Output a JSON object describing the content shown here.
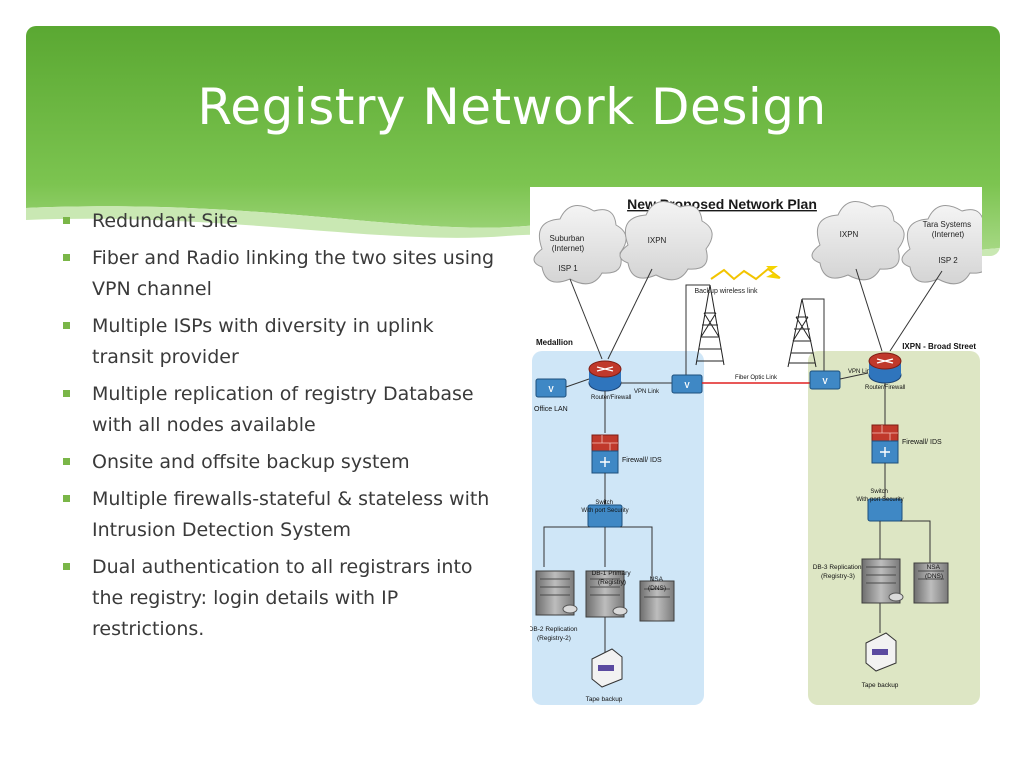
{
  "slide": {
    "title": "Registry Network Design",
    "accent_color": "#6ab63f",
    "bullet_color": "#7ab648"
  },
  "bullets": [
    "Redundant Site",
    "Fiber and Radio linking the two sites using VPN channel",
    "Multiple ISPs with diversity in uplink transit provider",
    "Multiple replication of registry Database with all nodes available",
    "Onsite and offsite backup system",
    "Multiple firewalls-stateful & stateless with Intrusion Detection System",
    "Dual authentication to all registrars into the registry: login details with IP restrictions."
  ],
  "diagram": {
    "title": "New Proposed Network Plan",
    "left_site": {
      "name": "Medallion",
      "isp_cloud": "Suburban (Internet)",
      "isp_label": "ISP 1",
      "ixp_cloud": "IXPN",
      "office_lan": "Office LAN",
      "router": "Router/Firewall",
      "vpn_link": "VPN Link",
      "firewall": "Firewall/ IDS",
      "switch": "Switch With port Security",
      "db_primary": "DB-1 Primary (Registry)",
      "db_replica": "DB-2 Replication (Registry-2)",
      "nsa": "NSA (DNS)",
      "tape": "Tape backup"
    },
    "right_site": {
      "name": "IXPN - Broad Street",
      "isp_cloud": "Tara Systems (Internet)",
      "isp_label": "ISP 2",
      "ixp_cloud": "IXPN",
      "router": "Router/Firewall",
      "vpn_link": "VPN Link",
      "firewall": "Firewall/ IDS",
      "switch": "Switch With port Security",
      "db_replica": "DB-3 Replication (Registry-3)",
      "nsa": "NSA (DNS)",
      "tape": "Tape backup"
    },
    "links": {
      "wireless": "Backup wireless link",
      "fiber": "Fiber Optic Link"
    },
    "switch_badge": "V",
    "colors": {
      "left_zone": "#cfe6f7",
      "right_zone": "#dde6c4",
      "fiber": "#e02020",
      "router": "#1f5fa8",
      "firewall": "#c0392b"
    }
  }
}
